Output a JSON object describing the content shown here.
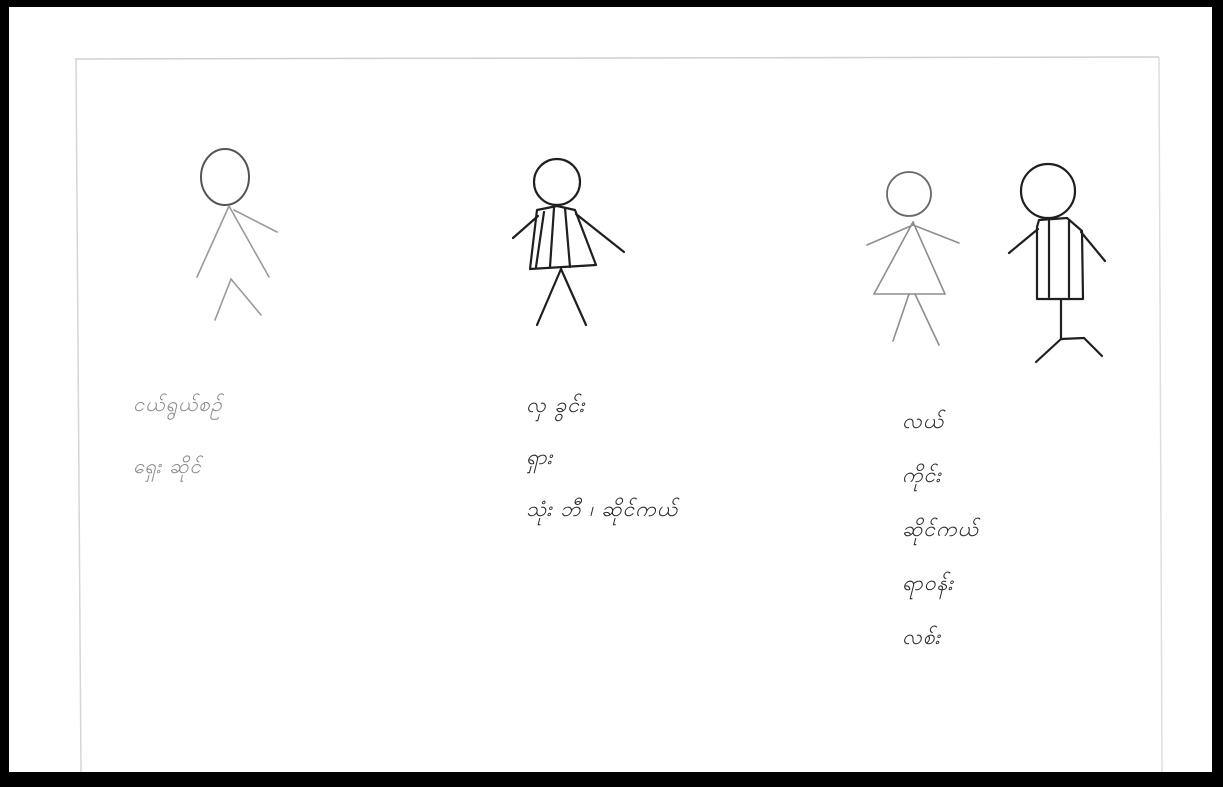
{
  "figures": [
    {
      "name": "figure-child",
      "style": "faint"
    },
    {
      "name": "figure-adult-dressed",
      "style": "bold"
    },
    {
      "name": "figure-woman",
      "style": "faint"
    },
    {
      "name": "figure-man-dressed",
      "style": "bold"
    }
  ],
  "captions": {
    "left": [
      "ငယ်ရွယ်စဉ်",
      "ရှေး ဆိုင်"
    ],
    "middle": [
      "လှ ခွင်း",
      "ရှား",
      "သုံး ဘီ ၊ ဆိုင်ကယ်"
    ],
    "right": [
      "လယ်",
      "ကိုင်း",
      "ဆိုင်ကယ်",
      "ရာဝန်း",
      "လစ်း"
    ]
  },
  "colors": {
    "border": "#000000",
    "paper": "#ffffff",
    "ink_dark": "#1f1f1f",
    "ink_faint": "#9a9a9a"
  }
}
